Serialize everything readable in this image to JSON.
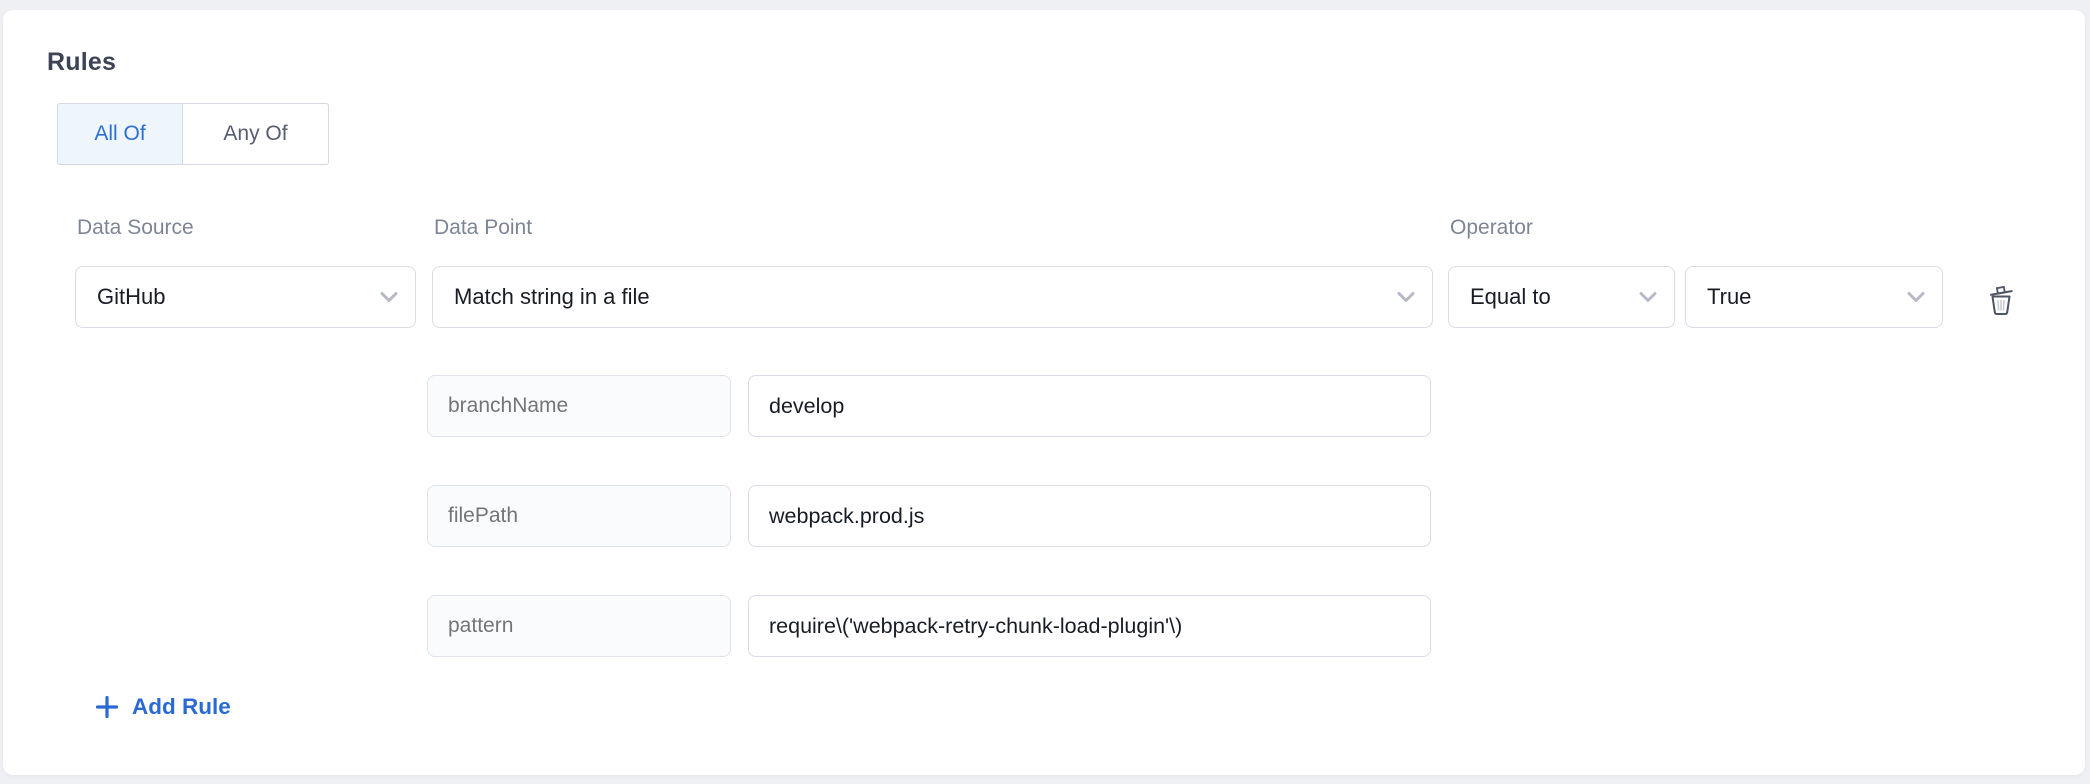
{
  "rules_section": {
    "title": "Rules",
    "match_toggle": {
      "all_of": {
        "label": "All Of",
        "active": true
      },
      "any_of": {
        "label": "Any Of",
        "active": false
      }
    },
    "rule": {
      "data_source": {
        "label": "Data Source",
        "selected": "GitHub"
      },
      "data_point": {
        "label": "Data Point",
        "selected": "Match string in a file"
      },
      "operator": {
        "label": "Operator",
        "selected": "Equal to"
      },
      "operand": {
        "selected": "True"
      },
      "params": [
        {
          "name": "branchName",
          "value": "develop"
        },
        {
          "name": "filePath",
          "value": "webpack.prod.js"
        },
        {
          "name": "pattern",
          "value": "require\\('webpack-retry-chunk-load-plugin'\\)"
        }
      ]
    },
    "add_rule_label": "Add Rule"
  },
  "colors": {
    "accent_blue": "#2e6fd4",
    "active_toggle_bg": "#eef6fc",
    "card_bg": "#ffffff",
    "page_bg": "#eef0f4",
    "border": "#d9dbe7",
    "muted_text": "#7d8595",
    "placeholder_text": "#a6aabc"
  },
  "icons": {
    "chevron_down": "chevron-down-icon",
    "trash": "trash-icon",
    "plus": "plus-icon"
  }
}
